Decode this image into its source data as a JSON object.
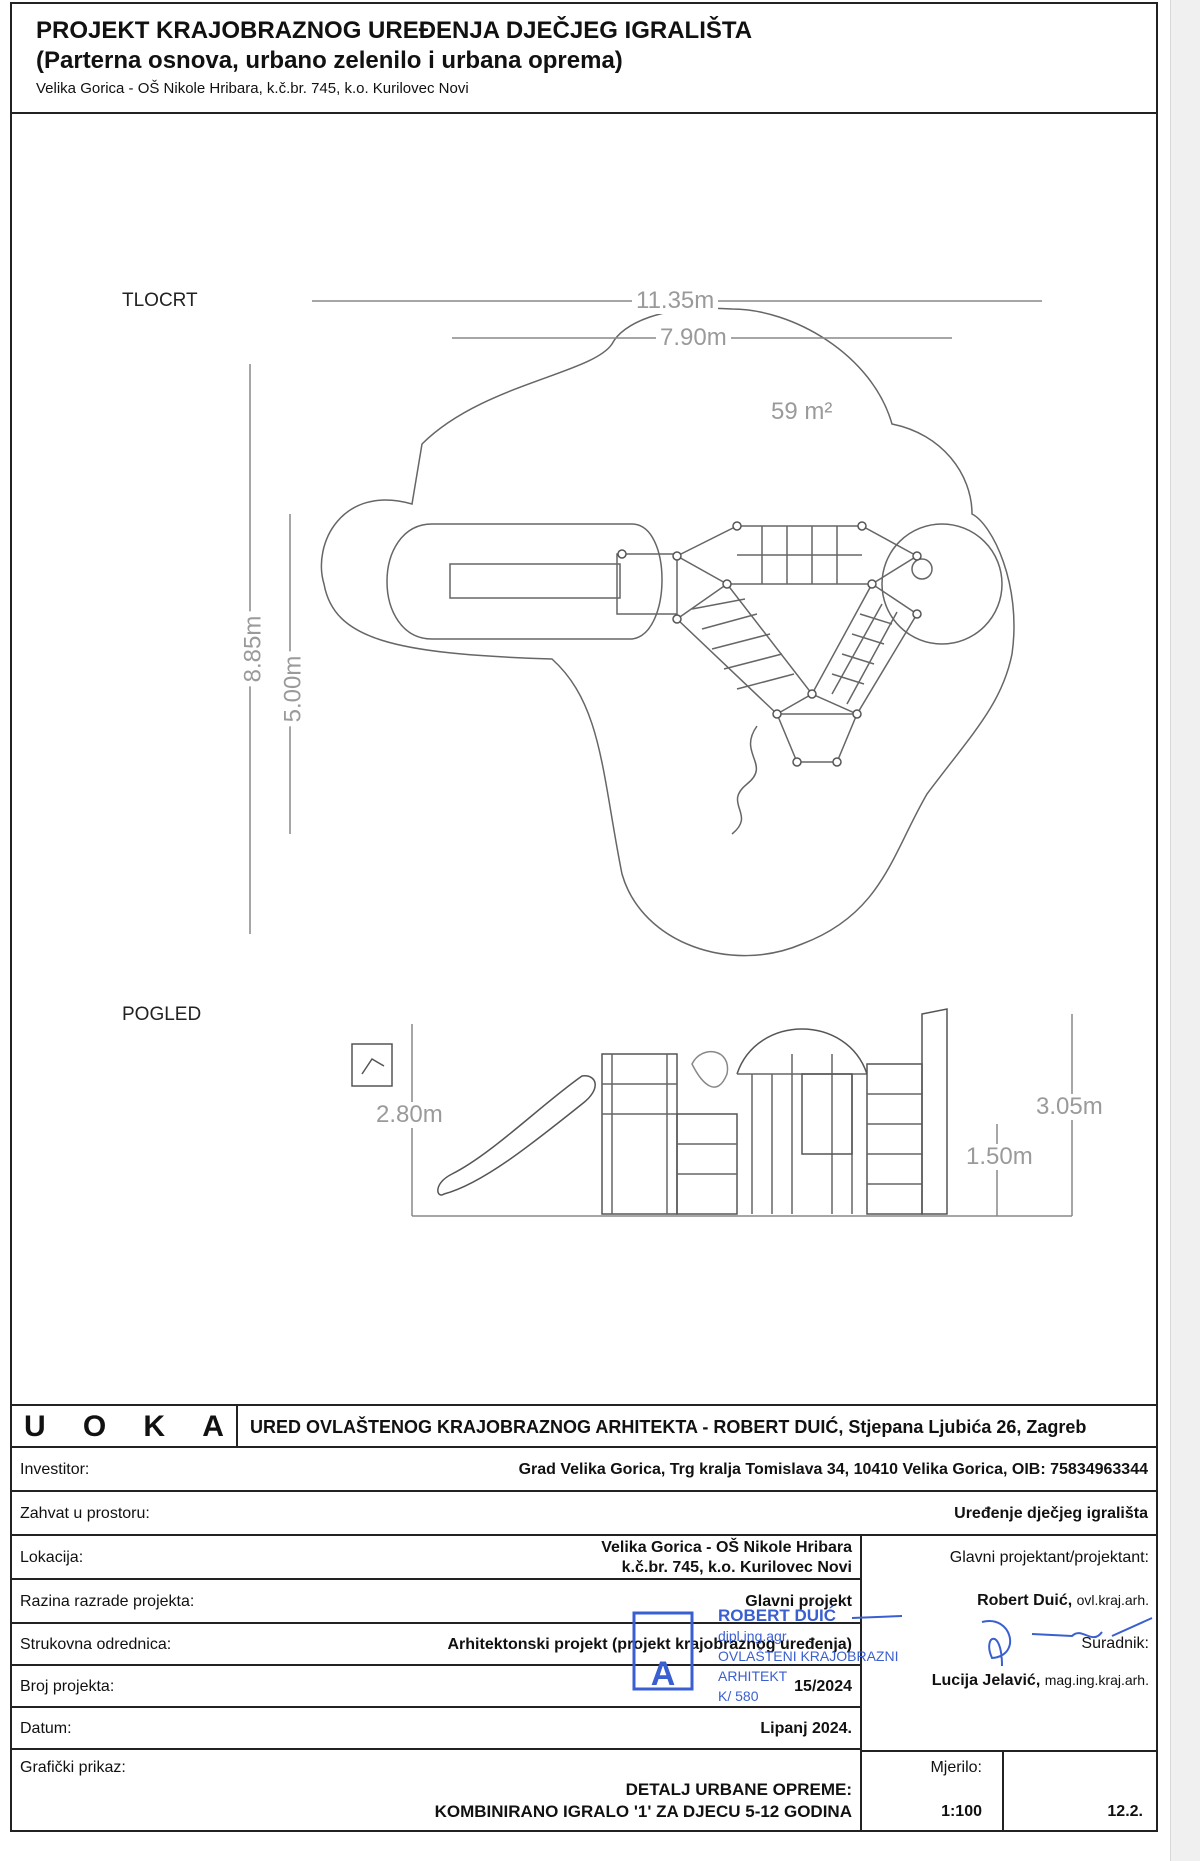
{
  "header": {
    "title_line1": "PROJEKT KRAJOBRAZNOG UREĐENJA DJEČJEG IGRALIŠTA",
    "title_line2": "(Parterna osnova, urbano zelenilo i urbana oprema)",
    "subtitle": "Velika Gorica - OŠ Nikole Hribara, k.č.br. 745, k.o. Kurilovec Novi"
  },
  "drawing": {
    "plan_label": "TLOCRT",
    "elevation_label": "POGLED",
    "dim_width_total": "11.35m",
    "dim_width_inner": "7.90m",
    "area": "59 m²",
    "dim_depth_total": "8.85m",
    "dim_depth_inner": "5.00m",
    "height_left": "2.80m",
    "height_right": "3.05m",
    "height_platform": "1.50m"
  },
  "titleblock": {
    "uoka_letters": [
      "U",
      "O",
      "K",
      "A"
    ],
    "office": "URED OVLAŠTENOG KRAJOBRAZNOG ARHITEKTA - ROBERT DUIĆ,  Stjepana Ljubića 26, Zagreb",
    "investor_label": "Investitor:",
    "investor_value": "Grad Velika Gorica, Trg kralja Tomislava 34, 10410 Velika Gorica, OIB: 75834963344",
    "scope_label": "Zahvat u prostoru:",
    "scope_value": "Uređenje dječjeg igrališta",
    "location_label": "Lokacija:",
    "location_value_line1": "Velika Gorica - OŠ Nikole Hribara",
    "location_value_line2": "k.č.br. 745, k.o. Kurilovec Novi",
    "level_label": "Razina razrade projekta:",
    "level_value": "Glavni projekt",
    "discipline_label": "Strukovna odrednica:",
    "discipline_value": "Arhitektonski projekt (projekt krajobraznog uređenja)",
    "project_no_label": "Broj projekta:",
    "project_no_value": "15/2024",
    "date_label": "Datum:",
    "date_value": "Lipanj 2024.",
    "graphic_label": "Grafički prikaz:",
    "graphic_value_line1": "DETALJ URBANE OPREME:",
    "graphic_value_line2": "KOMBINIRANO IGRALO  '1' ZA DJECU 5-12 GODINA",
    "chief_label": "Glavni projektant/projektant:",
    "chief_name": "Robert Duić,",
    "chief_title": "ovl.kraj.arh.",
    "associate_label": "Suradnik:",
    "associate_name": "Lucija Jelavić,",
    "associate_title": "mag.ing.kraj.arh.",
    "scale_label": "Mjerilo:",
    "scale_value": "1:100",
    "sheet_no": "12.2.",
    "stamp_line1": "ROBERT DUIĆ",
    "stamp_line2": "dipl.ing.agr.",
    "stamp_line3": "OVLAŠTENI KRAJOBRAZNI",
    "stamp_line4": "ARHITEKT",
    "stamp_line5": "K/ 580",
    "stamp_letter": "A"
  }
}
